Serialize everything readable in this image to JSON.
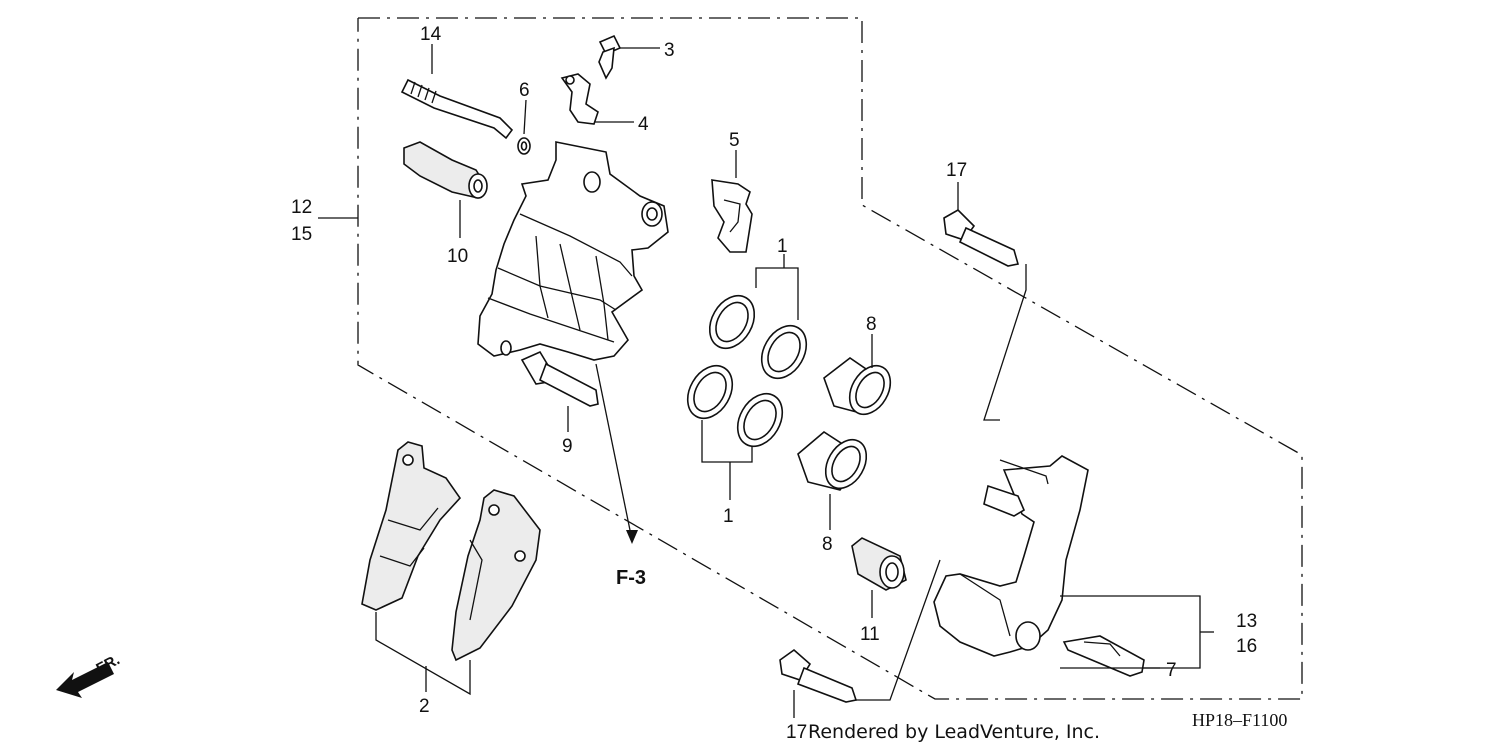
{
  "diagram": {
    "reference_code": "HP18–F1100",
    "credit": "Rendered by LeadVenture, Inc.",
    "direction_label": "FR.",
    "cross_reference": "F-3",
    "callouts": {
      "c1a": "1",
      "c1b": "1",
      "c2": "2",
      "c3": "3",
      "c4": "4",
      "c5": "5",
      "c6": "6",
      "c7": "7",
      "c8a": "8",
      "c8b": "8",
      "c9": "9",
      "c10": "10",
      "c11": "11",
      "c12": "12",
      "c13": "13",
      "c14": "14",
      "c15": "15",
      "c16": "16",
      "c17a": "17",
      "c17b": "17"
    }
  }
}
